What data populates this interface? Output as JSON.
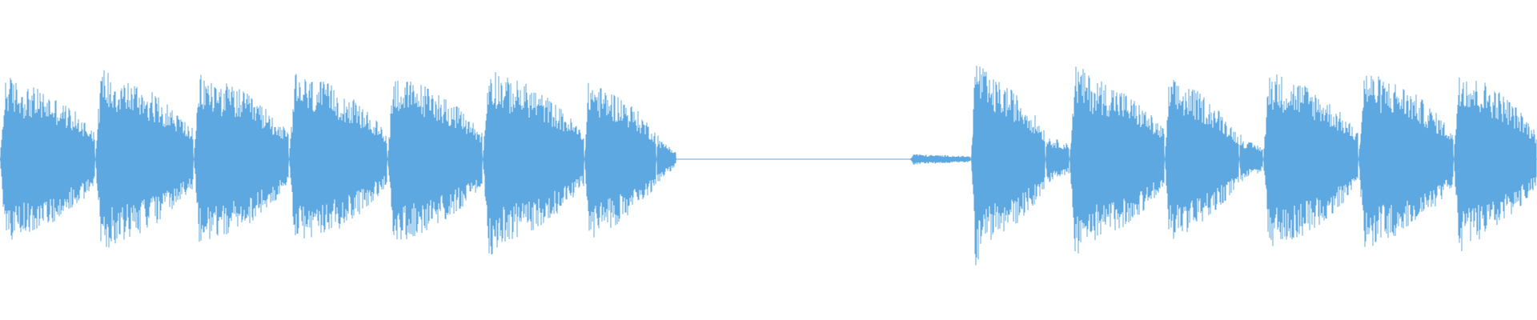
{
  "waveform": {
    "color": "#5DA8E0",
    "background": "#ffffff",
    "baseline_color": "#5DA8E0",
    "segments": [
      {
        "start": 0.0,
        "end": 0.062,
        "peak": 0.58,
        "sustain": 0.5,
        "decay_end": 0.2
      },
      {
        "start": 0.062,
        "end": 0.126,
        "peak": 0.64,
        "sustain": 0.55,
        "decay_end": 0.2
      },
      {
        "start": 0.126,
        "end": 0.188,
        "peak": 0.58,
        "sustain": 0.53,
        "decay_end": 0.18
      },
      {
        "start": 0.188,
        "end": 0.252,
        "peak": 0.58,
        "sustain": 0.54,
        "decay_end": 0.18
      },
      {
        "start": 0.252,
        "end": 0.314,
        "peak": 0.58,
        "sustain": 0.53,
        "decay_end": 0.18
      },
      {
        "start": 0.314,
        "end": 0.38,
        "peak": 0.66,
        "sustain": 0.55,
        "decay_end": 0.18
      },
      {
        "start": 0.38,
        "end": 0.427,
        "peak": 0.56,
        "sustain": 0.48,
        "decay_end": 0.18
      },
      {
        "start": 0.427,
        "end": 0.44,
        "peak": 0.18,
        "sustain": 0.12,
        "decay_end": 0.04
      },
      {
        "start": 0.592,
        "end": 0.632,
        "peak": 0.04,
        "sustain": 0.03,
        "decay_end": 0.02
      },
      {
        "start": 0.632,
        "end": 0.68,
        "peak": 0.72,
        "sustain": 0.55,
        "decay_end": 0.2
      },
      {
        "start": 0.68,
        "end": 0.696,
        "peak": 0.18,
        "sustain": 0.14,
        "decay_end": 0.1
      },
      {
        "start": 0.696,
        "end": 0.758,
        "peak": 0.66,
        "sustain": 0.55,
        "decay_end": 0.2
      },
      {
        "start": 0.758,
        "end": 0.806,
        "peak": 0.56,
        "sustain": 0.5,
        "decay_end": 0.16
      },
      {
        "start": 0.806,
        "end": 0.822,
        "peak": 0.18,
        "sustain": 0.12,
        "decay_end": 0.08
      },
      {
        "start": 0.822,
        "end": 0.884,
        "peak": 0.62,
        "sustain": 0.55,
        "decay_end": 0.18
      },
      {
        "start": 0.884,
        "end": 0.946,
        "peak": 0.62,
        "sustain": 0.55,
        "decay_end": 0.18
      },
      {
        "start": 0.946,
        "end": 1.0,
        "peak": 0.66,
        "sustain": 0.55,
        "decay_end": 0.18
      }
    ]
  }
}
